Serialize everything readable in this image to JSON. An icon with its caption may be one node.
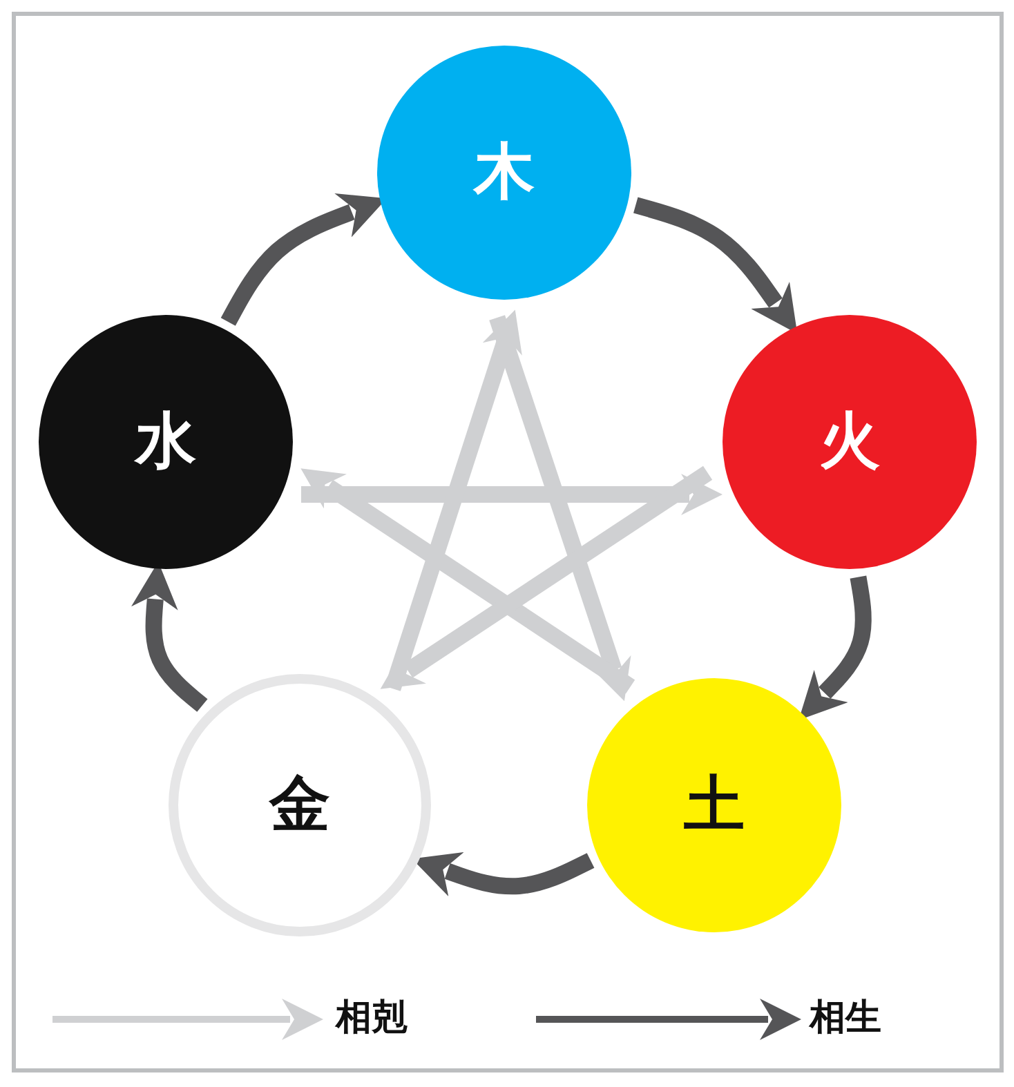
{
  "diagram": {
    "nodes": [
      {
        "text": [
          "木"
        ]
      },
      {
        "text": [
          "火"
        ]
      },
      {
        "text": [
          "土"
        ]
      },
      {
        "text": [
          "金"
        ]
      },
      {
        "text": [
          "水"
        ]
      }
    ],
    "edges": [
      {
        "from": 0,
        "to": 1,
        "arrow": "to"
      },
      {
        "from": 1,
        "to": 2,
        "arrow": "to"
      },
      {
        "from": 2,
        "to": 3,
        "arrow": "to"
      },
      {
        "from": 3,
        "to": 4,
        "arrow": "to"
      },
      {
        "from": 4,
        "to": 0,
        "arrow": "to"
      },
      {
        "from": 0,
        "to": 2,
        "arrow": "to",
        "color": "#cfd0d2"
      },
      {
        "from": 2,
        "to": 4,
        "arrow": "to",
        "color": "#cfd0d2"
      },
      {
        "from": 4,
        "to": 1,
        "arrow": "to",
        "color": "#cfd0d2"
      },
      {
        "from": 1,
        "to": 3,
        "arrow": "to",
        "color": "#cfd0d2"
      },
      {
        "from": 3,
        "to": 0,
        "arrow": "to",
        "color": "#cfd0d2"
      }
    ],
    "legend": [
      {
        "text": "相剋"
      },
      {
        "text": "相生"
      }
    ]
  }
}
